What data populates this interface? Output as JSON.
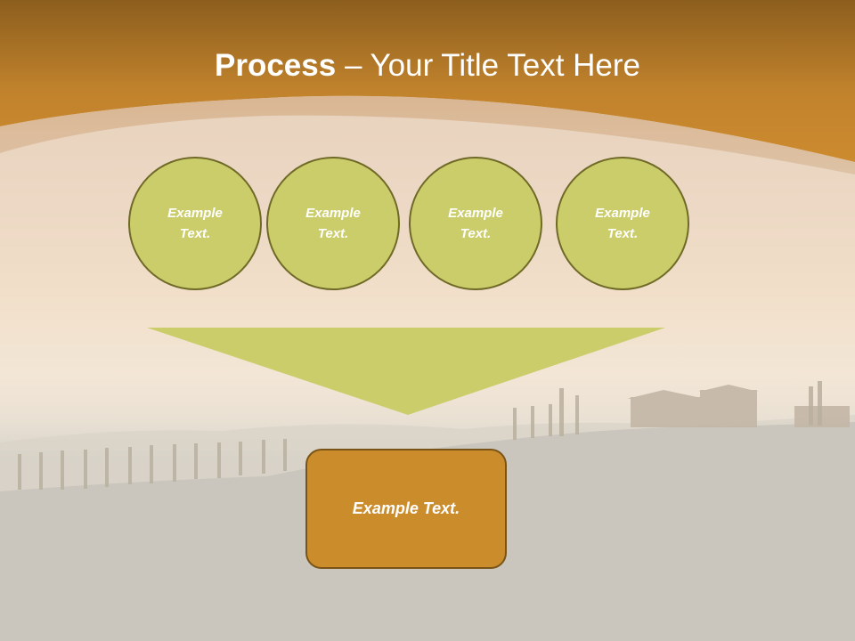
{
  "slide": {
    "title_bold": "Process",
    "title_separator": " – ",
    "title_rest": "Your Title Text Here"
  },
  "steps": [
    {
      "label": "Example\nText."
    },
    {
      "label": "Example\nText."
    },
    {
      "label": "Example\nText."
    },
    {
      "label": "Example\nText."
    }
  ],
  "result": {
    "label": "Example Text."
  },
  "colors": {
    "header_orange": "#cb8c2c",
    "header_dark": "#8c5e1e",
    "circle_fill": "#cbcc6a",
    "circle_border": "#6f6a27",
    "result_fill": "#cb8c2c",
    "result_border": "#7a5416",
    "text": "#ffffff"
  },
  "icons": {
    "funnel": "downward-triangle-funnel-icon",
    "background": "tuscan-landscape-background"
  }
}
